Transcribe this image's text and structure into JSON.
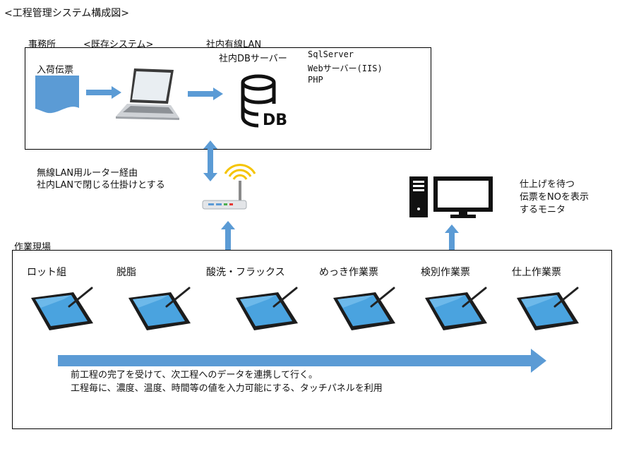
{
  "title": "<工程管理システム構成図>",
  "top_section": {
    "label_office": "事務所",
    "label_existing": "<既存システム>",
    "label_lan": "社内有線LAN",
    "input_slip": "入荷伝票",
    "db_server_label": "社内DBサーバー",
    "db_icon_text": "DB",
    "server_specs": [
      "SqlServer",
      "Webサーバー(IIS)",
      "PHP"
    ]
  },
  "router_note": [
    "無線LAN用ルーター経由",
    "社内LANで閉じる仕掛けとする"
  ],
  "monitor_note": [
    "仕上げを待つ",
    "伝票をNOを表示",
    "するモニタ"
  ],
  "bottom_section": {
    "label": "作業現場",
    "tablets": [
      "ロット組",
      "脱脂",
      "酸洗・フラックス",
      "めっき作業票",
      "検別作業票",
      "仕上作業票"
    ],
    "notes": [
      "前工程の完了を受けて、次工程へのデータを連携して行く。",
      "工程毎に、濃度、温度、時間等の値を入力可能にする、タッチパネルを利用"
    ]
  },
  "colors": {
    "arrow": "#5b9bd5",
    "document": "#5b9bd5",
    "box_border": "#000000"
  }
}
